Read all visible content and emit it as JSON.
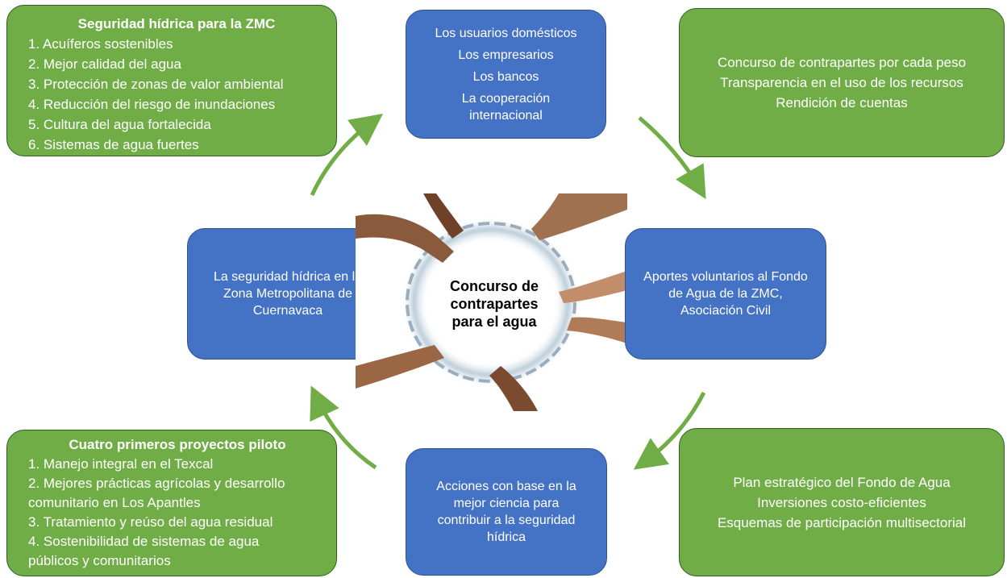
{
  "security_zmc": {
    "title": "Seguridad hídrica para la ZMC",
    "items": [
      "1. Acuíferos sostenibles",
      "2. Mejor calidad del agua",
      "3. Protección de zonas de valor ambiental",
      "4. Reducción del riesgo de inundaciones",
      "5. Cultura del agua fortalecida",
      "6. Sistemas de agua fuertes"
    ]
  },
  "contributors": {
    "lines": [
      "Los usuarios domésticos",
      "Los empresarios",
      "Los bancos",
      "La cooperación internacional"
    ]
  },
  "transparency": {
    "lines": [
      "Concurso de contrapartes por cada peso",
      "Transparencia en el uso de los recursos",
      "Rendición de cuentas"
    ]
  },
  "security_cuernavaca": {
    "text": "La seguridad hídrica en la Zona Metropolitana de Cuernavaca"
  },
  "center": {
    "label": "Concurso de contrapartes para el agua"
  },
  "contributions": {
    "text": "Aportes voluntarios al Fondo de Agua de la ZMC, Asociación Civil"
  },
  "pilot_projects": {
    "title": "Cuatro primeros proyectos piloto",
    "items": [
      "1. Manejo integral en el Texcal",
      "2. Mejores prácticas agrícolas y desarrollo",
      "comunitario en Los Apantles",
      "3. Tratamiento y reúso del agua residual",
      "4. Sostenibilidad de sistemas de agua",
      "públicos y comunitarios"
    ]
  },
  "actions": {
    "text": "Acciones con base en la mejor ciencia para contribuir a la seguridad hídrica"
  },
  "strategic_plan": {
    "lines": [
      "Plan estratégico del Fondo de Agua",
      "Inversiones costo-eficientes",
      "Esquemas de participación multisectorial"
    ]
  },
  "colors": {
    "green": "#70ad47",
    "blue": "#4472c4",
    "arrow": "#70ad47"
  }
}
